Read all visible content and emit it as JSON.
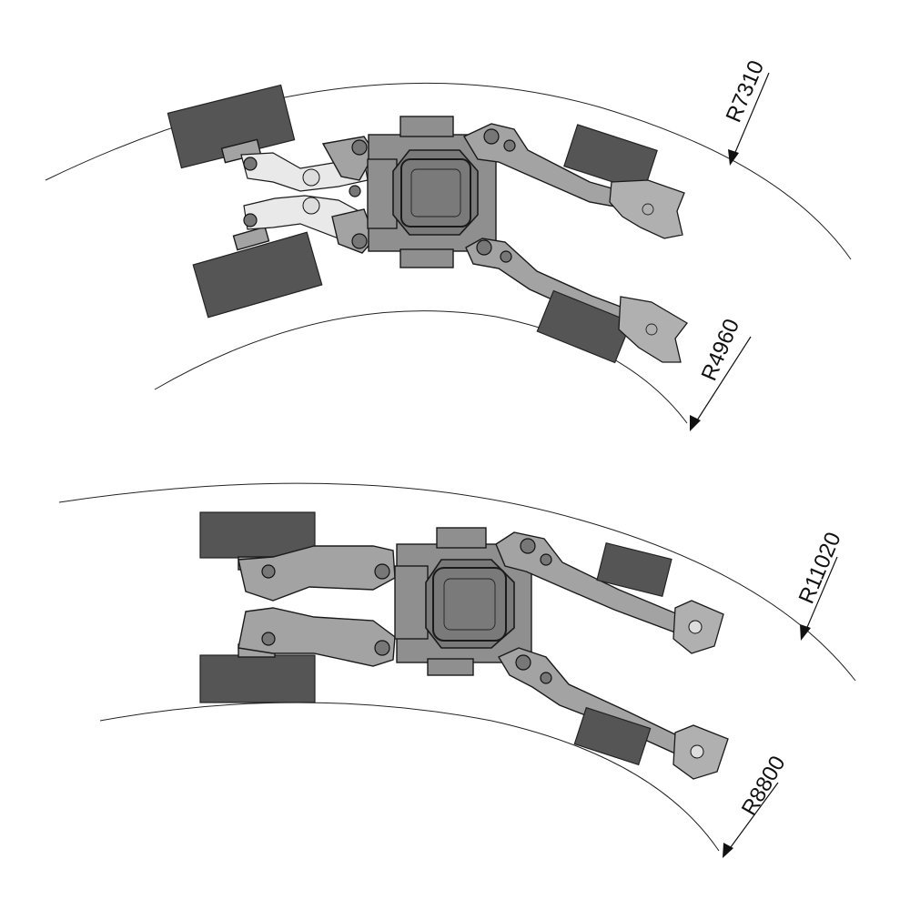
{
  "dimensions": {
    "top_outer": "R7310",
    "top_inner": "R4960",
    "bottom_outer": "R11020",
    "bottom_inner": "R8800"
  }
}
